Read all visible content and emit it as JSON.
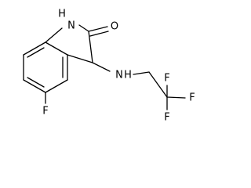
{
  "molecule": {
    "atom_labels": {
      "n1": "N",
      "h1": "H",
      "o": "O",
      "f5": "F",
      "n_amine": "N",
      "h_amine": "H",
      "f_top": "F",
      "f_right": "F",
      "f_bottom": "F"
    },
    "colors": {
      "bond": "#000000",
      "label": "#000000",
      "background": "#ffffff"
    }
  }
}
